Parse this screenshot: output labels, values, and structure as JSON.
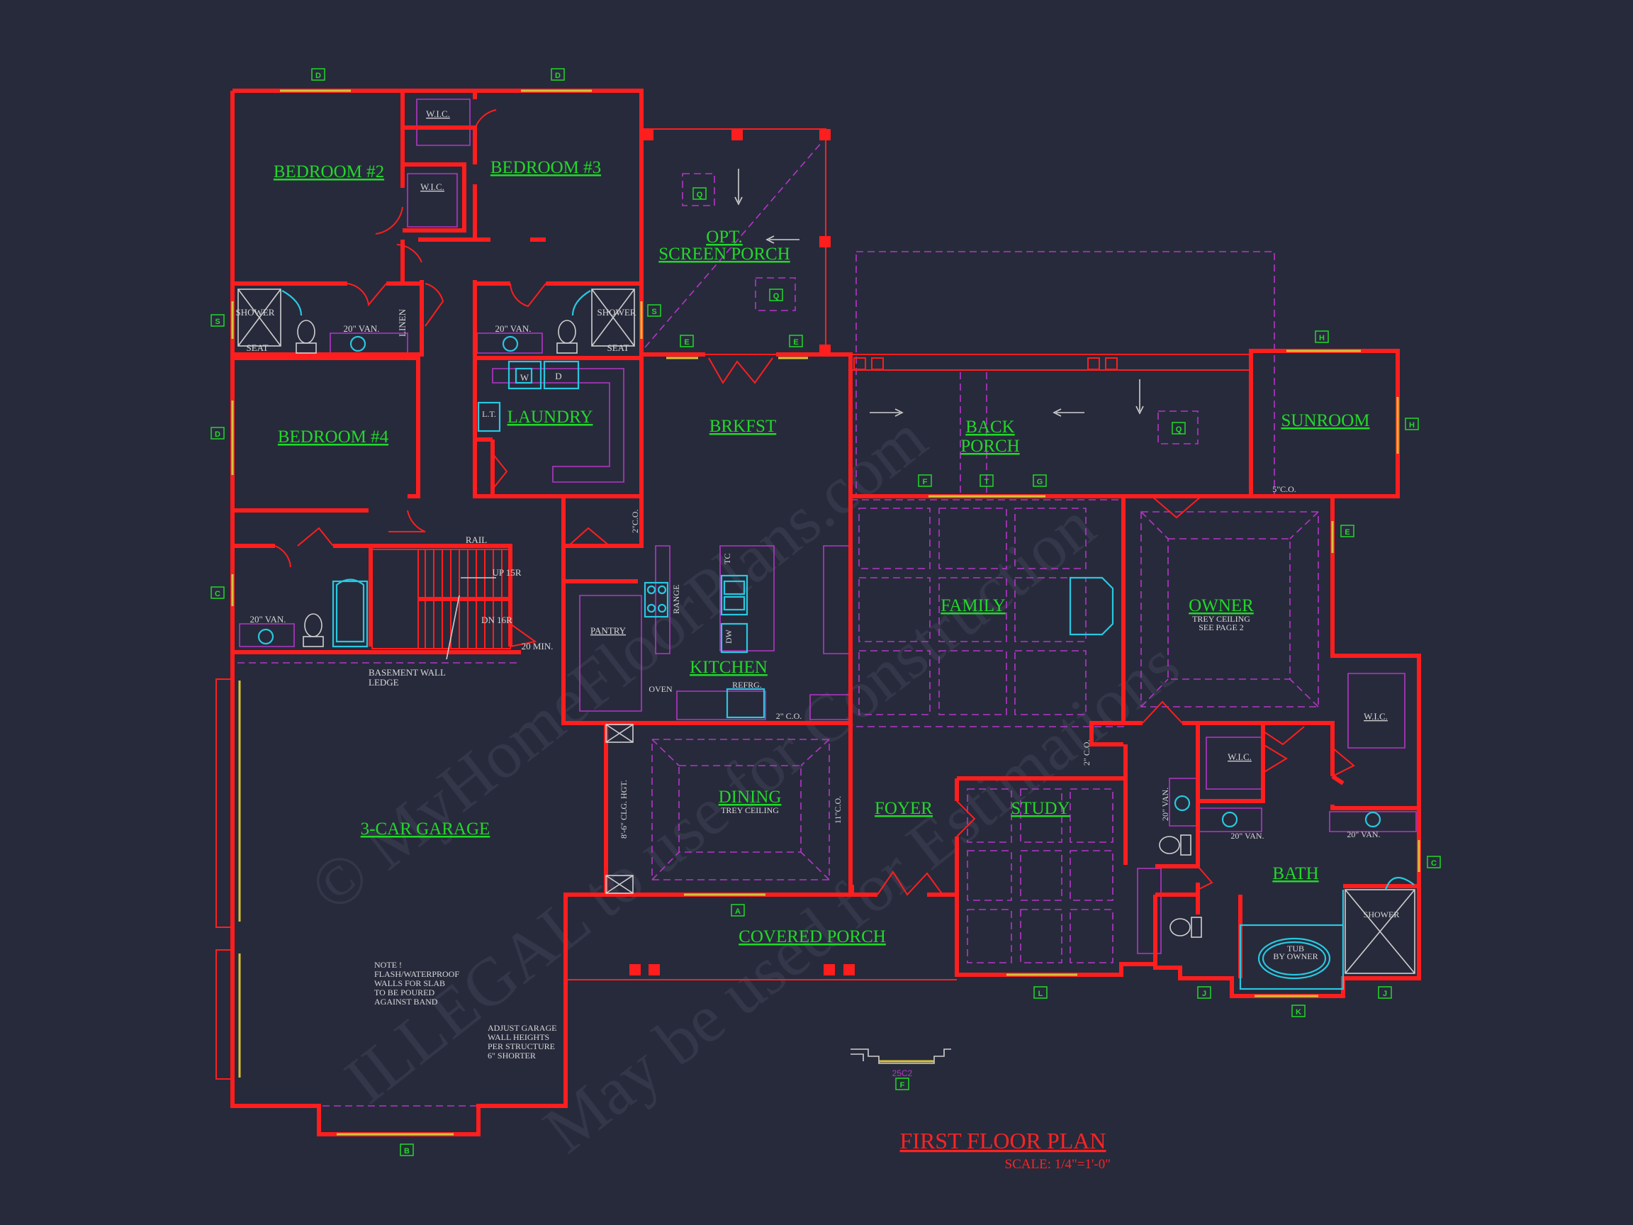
{
  "rooms": {
    "bedroom2": "BEDROOM #2",
    "bedroom3": "BEDROOM #3",
    "bedroom4": "BEDROOM #4",
    "screen_porch_1": "OPT.",
    "screen_porch_2": "SCREEN PORCH",
    "laundry": "LAUNDRY",
    "brkfst": "BRKFST",
    "back_porch_1": "BACK",
    "back_porch_2": "PORCH",
    "sunroom": "SUNROOM",
    "family": "FAMILY",
    "owner": "OWNER",
    "kitchen": "KITCHEN",
    "dining": "DINING",
    "foyer": "FOYER",
    "study": "STUDY",
    "bath": "BATH",
    "garage": "3-CAR GARAGE",
    "covered_porch": "COVERED PORCH"
  },
  "notes": {
    "wic": "W.I.C.",
    "shower": "SHOWER",
    "seat": "SEAT",
    "van20": "20\" VAN.",
    "linen": "LINEN",
    "wash": "W",
    "dry": "D",
    "lt": "L.T.",
    "rail": "RAIL",
    "up": "UP 15R",
    "dn": "DN 16R",
    "min20": "20 MIN.",
    "basement_1": "BASEMENT WALL",
    "basement_2": "LEDGE",
    "pantry": "PANTRY",
    "range": "RANGE",
    "tc": "TC",
    "dw": "DW",
    "oven": "OVEN",
    "refrg": "REFRG.",
    "co2": "2\"C.O.",
    "co2b": "2\" C.O.",
    "co5": "5\"C.O.",
    "co11": "11\"C.O.",
    "trey": "TREY CEILING",
    "owner_trey_1": "TREY CEILING",
    "owner_trey_2": "SEE PAGE 2",
    "clg_hgt": "8'-6\" CLG. HGT.",
    "tub_1": "TUB",
    "tub_2": "BY OWNER",
    "note_1": "NOTE !",
    "note_2": "FLASH/WATERPROOF",
    "note_3": "WALLS FOR SLAB",
    "note_4": "TO BE POURED",
    "note_5": "AGAINST BAND",
    "adjust_1": "ADJUST GARAGE",
    "adjust_2": "WALL HEIGHTS",
    "adjust_3": "PER STRUCTURE",
    "adjust_4": "6\" SHORTER",
    "detail_ref": "25C2"
  },
  "tags": {
    "D": "D",
    "S": "S",
    "E": "E",
    "C": "C",
    "H": "H",
    "F": "F",
    "T": "T",
    "G": "G",
    "A": "A",
    "L": "L",
    "J": "J",
    "K": "K",
    "B": "B",
    "Q": "Q"
  },
  "title": {
    "main": "FIRST FLOOR PLAN",
    "scale": "SCALE: 1/4\"=1'-0\""
  },
  "watermark": {
    "line1": "© MyHomeFloorPlans.com",
    "line2": "ILLEGAL to use for Construction",
    "line3": "May be used for Estimations"
  },
  "colors": {
    "background": "#272a3b",
    "walls": "#ff1e1e",
    "room_labels": "#22d82a",
    "dashed": "#b436c8",
    "fixtures": "#28c8e0",
    "windows": "#d8c438"
  }
}
